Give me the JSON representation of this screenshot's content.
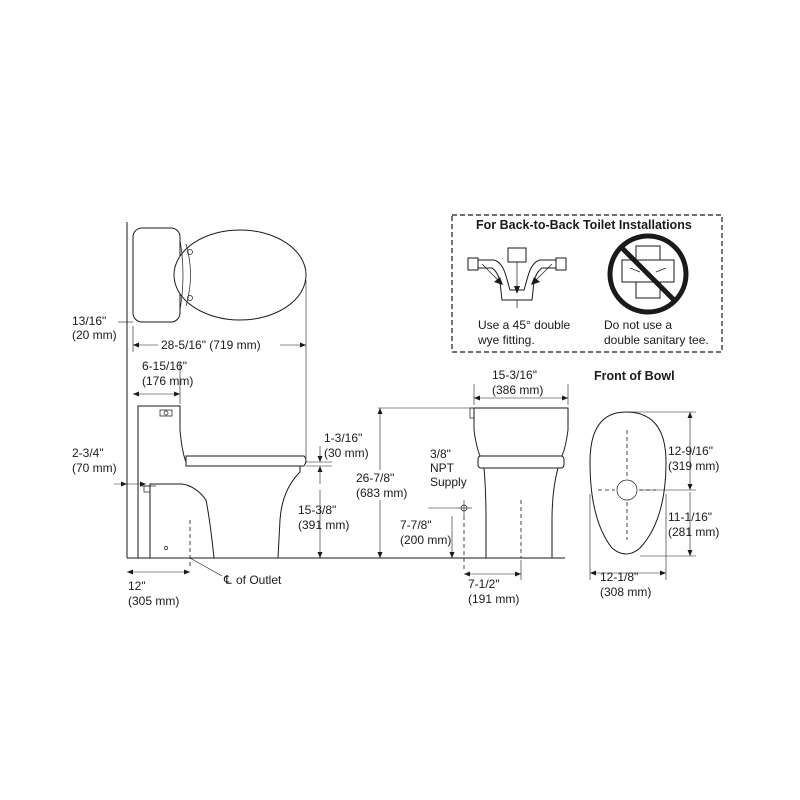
{
  "inset": {
    "title": "For Back-to-Back Toilet Installations",
    "caption_left_1": "Use a 45° double",
    "caption_left_2": "wye fitting.",
    "caption_right_1": "Do not use a",
    "caption_right_2": "double sanitary tee."
  },
  "front_of_bowl": "Front of Bowl",
  "dims": {
    "d13_16": "13/16\"",
    "d13_16_mm": "(20 mm)",
    "d28": "28-5/16\" (719 mm)",
    "d6": "6-15/16\"",
    "d6_mm": "(176 mm)",
    "d2_3_4": "2-3/4\"",
    "d2_3_4_mm": "(70 mm)",
    "d1_3_16": "1-3/16\"",
    "d1_3_16_mm": "(30 mm)",
    "d15_3_8": "15-3/8\"",
    "d15_3_8_mm": "(391 mm)",
    "d12": "12\"",
    "d12_mm": "(305 mm)",
    "outlet": "of Outlet",
    "outlet_symbol": "℄",
    "d15_3_16": "15-3/16\"",
    "d15_3_16_mm": "(386 mm)",
    "d26": "26-7/8\"",
    "d26_mm": "(683 mm)",
    "npt_1": "3/8\"",
    "npt_2": "NPT",
    "npt_3": "Supply",
    "d7_7_8": "7-7/8\"",
    "d7_7_8_mm": "(200 mm)",
    "d7_1_2": "7-1/2\"",
    "d7_1_2_mm": "(191 mm)",
    "d12_9_16": "12-9/16\"",
    "d12_9_16_mm": "(319 mm)",
    "d11": "11-1/16\"",
    "d11_mm": "(281 mm)",
    "d12_1_8": "12-1/8\"",
    "d12_1_8_mm": "(308 mm)"
  }
}
